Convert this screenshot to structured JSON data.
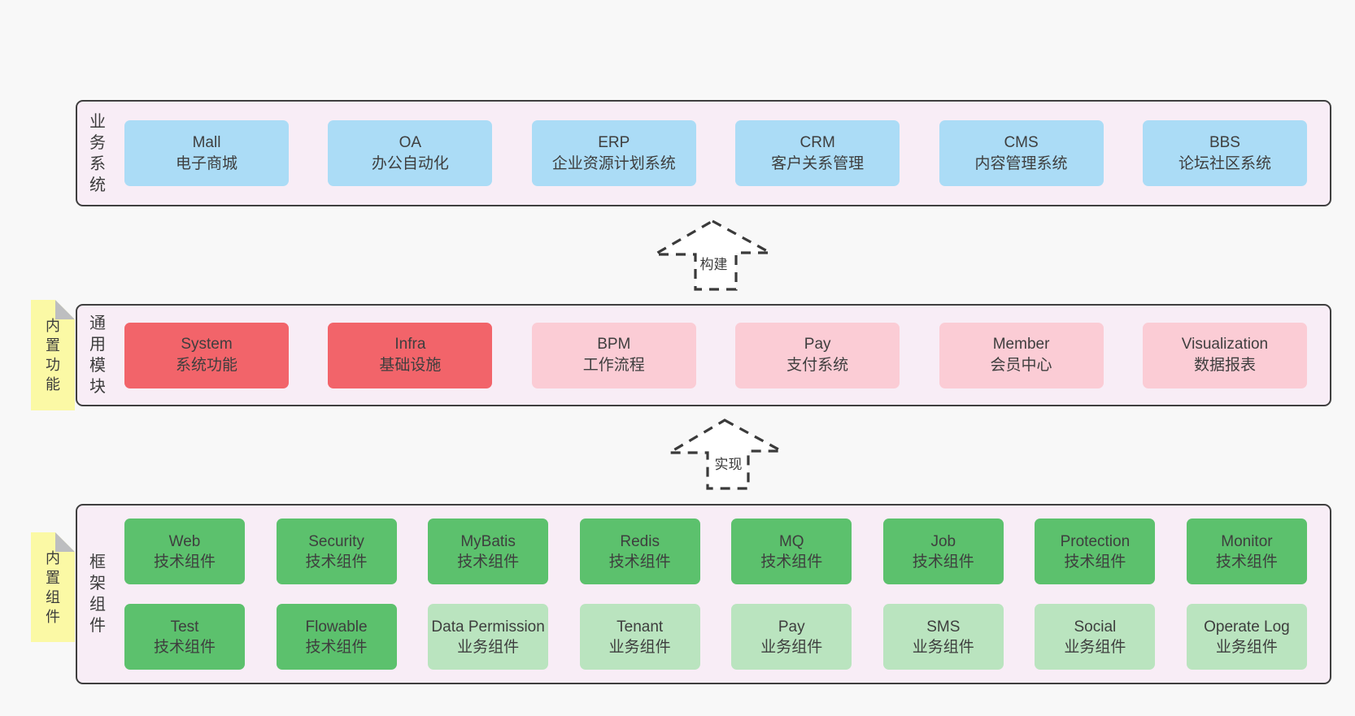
{
  "colors": {
    "page_background": "#f8f8f8",
    "band_background": "#f8edf6",
    "band_border": "#3f3f3f",
    "box_blue": "#abdcf6",
    "box_red": "#f2646a",
    "box_pink": "#fbccd5",
    "box_green": "#5cc16d",
    "box_light_green": "#bae4bf",
    "sticky_yellow": "#fbf9a5",
    "sticky_fold_gray": "#bdbec0",
    "text": "#3e3e3e",
    "arrow_stroke": "#3a3a3a"
  },
  "arrows": [
    {
      "label": "构建",
      "direction": "up"
    },
    {
      "label": "实现",
      "direction": "up"
    }
  ],
  "bands": [
    {
      "id": "business-systems",
      "label": "业务系统",
      "boxes": [
        {
          "title": "Mall",
          "subtitle": "电子商城",
          "variant": "blue"
        },
        {
          "title": "OA",
          "subtitle": "办公自动化",
          "variant": "blue"
        },
        {
          "title": "ERP",
          "subtitle": "企业资源计划系统",
          "variant": "blue"
        },
        {
          "title": "CRM",
          "subtitle": "客户关系管理",
          "variant": "blue"
        },
        {
          "title": "CMS",
          "subtitle": "内容管理系统",
          "variant": "blue"
        },
        {
          "title": "BBS",
          "subtitle": "论坛社区系统",
          "variant": "blue"
        }
      ]
    },
    {
      "id": "common-modules",
      "label": "通用模块",
      "sticky": "内置功能",
      "boxes": [
        {
          "title": "System",
          "subtitle": "系统功能",
          "variant": "red"
        },
        {
          "title": "Infra",
          "subtitle": "基础设施",
          "variant": "red"
        },
        {
          "title": "BPM",
          "subtitle": "工作流程",
          "variant": "pink"
        },
        {
          "title": "Pay",
          "subtitle": "支付系统",
          "variant": "pink"
        },
        {
          "title": "Member",
          "subtitle": "会员中心",
          "variant": "pink"
        },
        {
          "title": "Visualization",
          "subtitle": "数据报表",
          "variant": "pink"
        }
      ]
    },
    {
      "id": "framework-components",
      "label": "框架组件",
      "sticky": "内置组件",
      "rows": [
        [
          {
            "title": "Web",
            "subtitle": "技术组件",
            "variant": "green"
          },
          {
            "title": "Security",
            "subtitle": "技术组件",
            "variant": "green"
          },
          {
            "title": "MyBatis",
            "subtitle": "技术组件",
            "variant": "green"
          },
          {
            "title": "Redis",
            "subtitle": "技术组件",
            "variant": "green"
          },
          {
            "title": "MQ",
            "subtitle": "技术组件",
            "variant": "green"
          },
          {
            "title": "Job",
            "subtitle": "技术组件",
            "variant": "green"
          },
          {
            "title": "Protection",
            "subtitle": "技术组件",
            "variant": "green"
          },
          {
            "title": "Monitor",
            "subtitle": "技术组件",
            "variant": "green"
          }
        ],
        [
          {
            "title": "Test",
            "subtitle": "技术组件",
            "variant": "green"
          },
          {
            "title": "Flowable",
            "subtitle": "技术组件",
            "variant": "green"
          },
          {
            "title": "Data Permission",
            "subtitle": "业务组件",
            "variant": "lightgreen"
          },
          {
            "title": "Tenant",
            "subtitle": "业务组件",
            "variant": "lightgreen"
          },
          {
            "title": "Pay",
            "subtitle": "业务组件",
            "variant": "lightgreen"
          },
          {
            "title": "SMS",
            "subtitle": "业务组件",
            "variant": "lightgreen"
          },
          {
            "title": "Social",
            "subtitle": "业务组件",
            "variant": "lightgreen"
          },
          {
            "title": "Operate Log",
            "subtitle": "业务组件",
            "variant": "lightgreen"
          }
        ]
      ]
    }
  ]
}
